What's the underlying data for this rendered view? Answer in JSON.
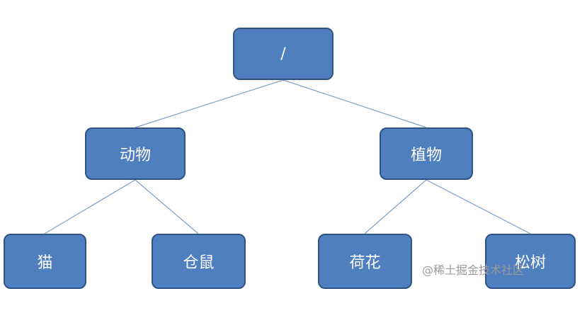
{
  "tree": {
    "root": "/",
    "animal": "动物",
    "plant": "植物",
    "cat": "猫",
    "hamster": "仓鼠",
    "lotus": "荷花",
    "pine": "松树"
  },
  "watermark": "@稀土掘金技术社区",
  "colors": {
    "node_fill": "#4f7fbe",
    "node_border": "#2f5383",
    "edge": "#7f9fc9"
  }
}
